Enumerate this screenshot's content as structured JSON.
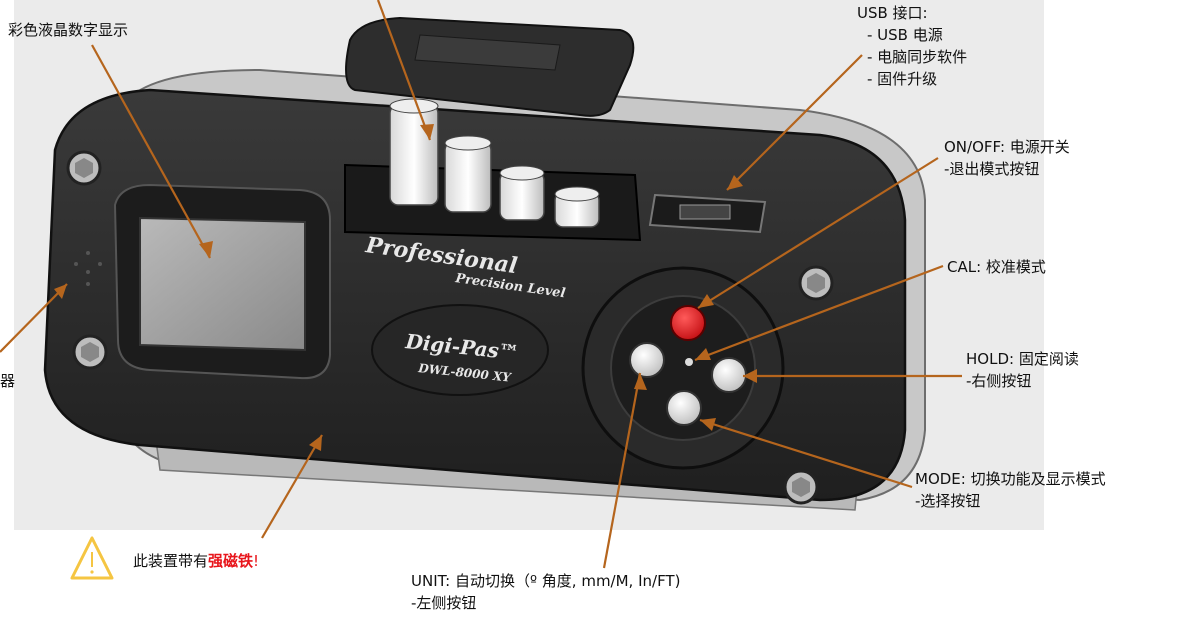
{
  "labels": {
    "display": "彩色液晶数字显示",
    "usb": {
      "title": "USB 接口:",
      "line1": "- USB 电源",
      "line2": "- 电脑同步软件",
      "line3": "- 固件升级"
    },
    "onoff": {
      "line1": "ON/OFF: 电源开关",
      "line2": "-退出模式按钮"
    },
    "cal": "CAL: 校准模式",
    "hold": {
      "line1": "HOLD: 固定阅读",
      "line2": "-右侧按钮"
    },
    "mode": {
      "line1": "MODE: 切换功能及显示模式",
      "line2": "-选择按钮"
    },
    "unit": {
      "line1": "UNIT: 自动切换（º 角度, mm/M, In/FT)",
      "line2": "-左侧按钮"
    },
    "sensor_partial": "器",
    "warning": {
      "prefix": "此装置带有",
      "highlight": "强磁铁",
      "suffix": "!"
    }
  },
  "device": {
    "brand_line1": "Professional",
    "brand_line2": "Precision Level",
    "model_name": "Digi-Pas™",
    "model_number": "DWL-8000 XY"
  },
  "colors": {
    "body": "#2b2b2b",
    "leader_line": "#b5651d",
    "power_button": "#e8151b",
    "warning_text": "#e8151b",
    "warning_icon": "#f5c542"
  }
}
